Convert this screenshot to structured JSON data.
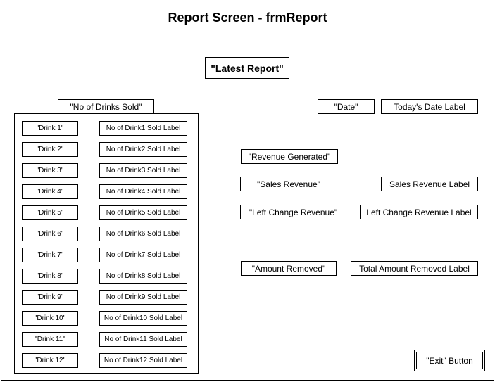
{
  "title": "Report Screen - frmReport",
  "latest_report": "\"Latest Report\"",
  "drinks_header": "\"No of Drinks Sold\"",
  "date_label": "\"Date\"",
  "todays_date": "Today's Date Label",
  "revenue_generated": "\"Revenue Generated\"",
  "sales_revenue": "\"Sales Revenue\"",
  "sales_revenue_value": "Sales Revenue Label",
  "left_change_revenue": "\"Left Change Revenue\"",
  "left_change_revenue_value": "Left Change Revenue Label",
  "amount_removed": "\"Amount Removed\"",
  "amount_removed_value": "Total Amount Removed Label",
  "exit_button": "\"Exit\" Button",
  "drinks": [
    {
      "name": "\"Drink 1\"",
      "sold": "No of Drink1 Sold Label"
    },
    {
      "name": "\"Drink 2\"",
      "sold": "No of Drink2 Sold Label"
    },
    {
      "name": "\"Drink 3\"",
      "sold": "No of Drink3 Sold Label"
    },
    {
      "name": "\"Drink 4\"",
      "sold": "No of Drink4 Sold Label"
    },
    {
      "name": "\"Drink 5\"",
      "sold": "No of Drink5 Sold Label"
    },
    {
      "name": "\"Drink 6\"",
      "sold": "No of Drink6 Sold Label"
    },
    {
      "name": "\"Drink 7\"",
      "sold": "No of Drink7 Sold Label"
    },
    {
      "name": "\"Drink 8\"",
      "sold": "No of Drink8 Sold Label"
    },
    {
      "name": "\"Drink 9\"",
      "sold": "No of Drink9 Sold Label"
    },
    {
      "name": "\"Drink 10\"",
      "sold": "No of Drink10 Sold Label"
    },
    {
      "name": "\"Drink 11\"",
      "sold": "No of Drink11 Sold Label"
    },
    {
      "name": "\"Drink 12\"",
      "sold": "No of Drink12 Sold Label"
    }
  ]
}
